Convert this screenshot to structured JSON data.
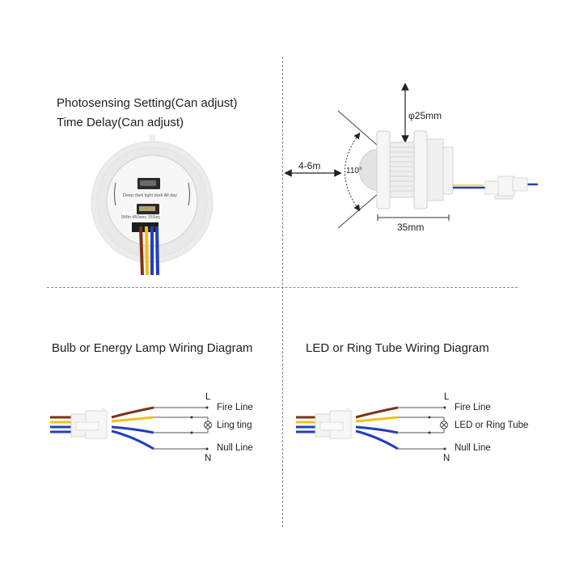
{
  "panels": {
    "top_left": {
      "line1": "Photosensing Setting(Can adjust)",
      "line2": "Time Delay(Can adjust)",
      "device_labels": {
        "light_scale": "Deep dark  light  dark  All day",
        "time_scale": "5Min   450sec   15Sec"
      }
    },
    "top_right": {
      "diameter_label": "φ25mm",
      "range_label": "4-6m",
      "angle_label": "110°",
      "length_label": "35mm"
    },
    "bottom_left": {
      "title": "Bulb or Energy Lamp Wiring Diagram",
      "l_label": "L",
      "n_label": "N",
      "fire_line": "Fire Line",
      "load_label": "Ling ting",
      "null_line": "Null Line"
    },
    "bottom_right": {
      "title": "LED or Ring Tube Wiring Diagram",
      "l_label": "L",
      "n_label": "N",
      "fire_line": "Fire Line",
      "load_label": "LED or Ring Tube",
      "null_line": "Null Line"
    }
  },
  "colors": {
    "wire_brown": "#7a3418",
    "wire_yellow": "#f2c014",
    "wire_blue": "#1f3fbf",
    "line_gray": "#555555",
    "divider": "#7a7a7a"
  }
}
